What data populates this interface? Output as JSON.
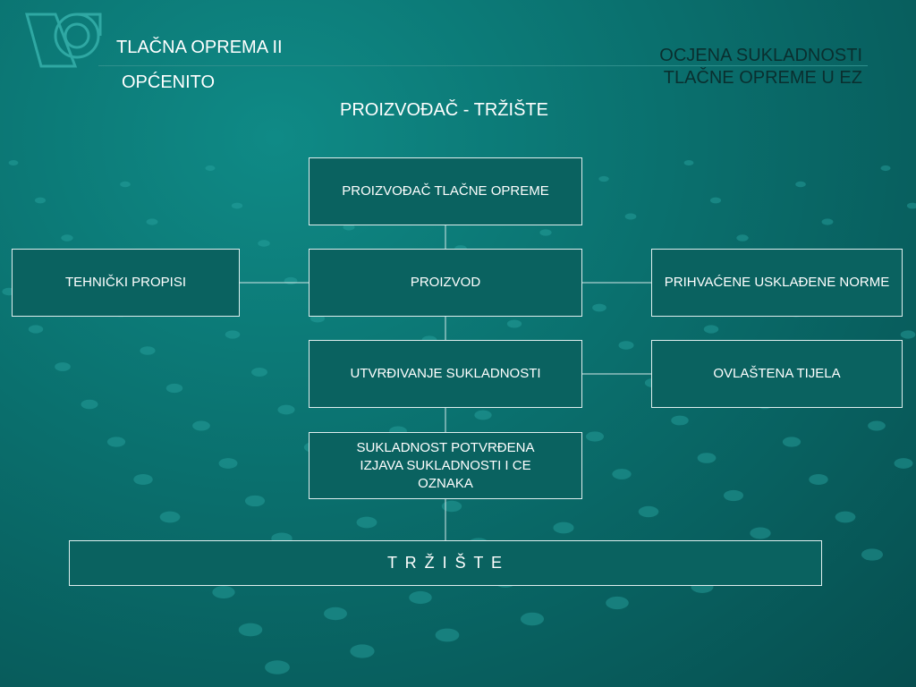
{
  "header": {
    "title_line1": "TLAČNA OPREMA II",
    "title_line2": "OPĆENITO",
    "right_title_line1": "OCJENA SUKLADNOSTI",
    "right_title_line2": "TLAČNE OPREME U EZ"
  },
  "subtitle": "PROIZVOĐAČ - TRŽIŠTE",
  "diagram": {
    "nodes": {
      "manufacturer": "PROIZVOĐAČ TLAČNE OPREME",
      "technical_regulations": "TEHNIČKI PROPISI",
      "product": "PROIZVOD",
      "harmonized_standards": "PRIHVAĆENE USKLAĐENE NORME",
      "conformity_assessment": "UTVRĐIVANJE SUKLADNOSTI",
      "notified_bodies": "OVLAŠTENA TIJELA",
      "conformity_confirmed": "SUKLADNOST POTVRĐENA\nIZJAVA SUKLADNOSTI I CE\nOZNAKA",
      "market": "T  R  Ž  I  Š  T  E"
    },
    "edges": [
      [
        "manufacturer",
        "product"
      ],
      [
        "technical_regulations",
        "product"
      ],
      [
        "product",
        "harmonized_standards"
      ],
      [
        "product",
        "conformity_assessment"
      ],
      [
        "conformity_assessment",
        "notified_bodies"
      ],
      [
        "conformity_assessment",
        "conformity_confirmed"
      ],
      [
        "conformity_confirmed",
        "market"
      ]
    ]
  }
}
